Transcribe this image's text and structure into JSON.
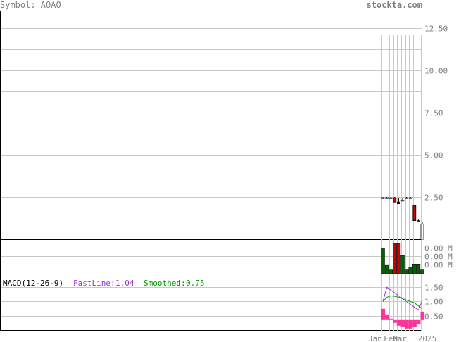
{
  "header": {
    "symbol_text": "Symbol: AOAO",
    "site": "stockta.com"
  },
  "colors": {
    "grid": "#c8c8c8",
    "axis": "#000000",
    "label": "#808080",
    "up": "#006400",
    "down": "#cc0000",
    "macd_fast": "#9933cc",
    "macd_smooth": "#009900",
    "hist": "#ff3399"
  },
  "chart_data": [
    {
      "type": "candlestick",
      "title": "",
      "ylim": [
        0,
        13.5
      ],
      "y_ticks": [
        {
          "value": 12.5,
          "label": "12.50"
        },
        {
          "value": 10.0,
          "label": "10.00"
        },
        {
          "value": 7.5,
          "label": "7.50"
        },
        {
          "value": 5.0,
          "label": "5.00"
        },
        {
          "value": 2.5,
          "label": "2.50"
        }
      ],
      "candles": [
        {
          "open": 2.45,
          "high": 2.5,
          "low": 2.45,
          "close": 2.45
        },
        {
          "open": 2.45,
          "high": 2.5,
          "low": 2.45,
          "close": 2.45
        },
        {
          "open": 2.45,
          "high": 2.5,
          "low": 2.45,
          "close": 2.45
        },
        {
          "open": 2.45,
          "high": 2.5,
          "low": 2.2,
          "close": 2.2
        },
        {
          "open": 2.2,
          "high": 2.45,
          "low": 2.1,
          "close": 2.1
        },
        {
          "open": 2.3,
          "high": 2.45,
          "low": 2.3,
          "close": 2.3
        },
        {
          "open": 2.45,
          "high": 2.5,
          "low": 2.45,
          "close": 2.45
        },
        {
          "open": 2.45,
          "high": 2.5,
          "low": 2.45,
          "close": 2.45
        },
        {
          "open": 2.0,
          "high": 2.0,
          "low": 1.1,
          "close": 1.1
        },
        {
          "open": 1.1,
          "high": 1.2,
          "low": 1.05,
          "close": 1.1
        },
        {
          "open": 0.0,
          "high": 1.0,
          "low": 0.0,
          "close": 0.9
        }
      ]
    },
    {
      "type": "bar",
      "title": "",
      "y_tick_labels": [
        "0.00 M",
        "0.00 M",
        "0.00 M"
      ],
      "values": [
        0.85,
        0.3,
        0.15,
        1.0,
        1.0,
        0.6,
        0.15,
        0.22,
        0.32,
        0.32,
        0.15
      ],
      "value_units": "relative",
      "up": [
        true,
        true,
        true,
        false,
        false,
        true,
        true,
        true,
        true,
        true,
        true
      ]
    },
    {
      "type": "line",
      "title": "MACD(12-26-9)",
      "fast_label": "FastLine:",
      "fast_value": "1.04",
      "smooth_label": "Smoothed:",
      "smooth_value": "0.75",
      "ylim": [
        0,
        1.9
      ],
      "y_ticks": [
        {
          "value": 1.5,
          "label": "1.50"
        },
        {
          "value": 1.0,
          "label": "1.00"
        },
        {
          "value": 0.5,
          "label": "0.50"
        }
      ],
      "fast": [
        1.0,
        1.5,
        1.4,
        1.3,
        1.2,
        1.1,
        1.0,
        0.9,
        0.8,
        0.7,
        1.04
      ],
      "smoothed": [
        1.0,
        1.15,
        1.2,
        1.18,
        1.15,
        1.1,
        1.05,
        1.0,
        0.95,
        0.85,
        0.75
      ],
      "histogram": [
        0.4,
        0.2,
        0.05,
        -0.1,
        -0.2,
        -0.25,
        -0.3,
        -0.3,
        -0.25,
        -0.15,
        0.3
      ]
    }
  ],
  "x_axis": {
    "labels": [
      "Jan",
      "Feb",
      "Mar",
      "2025"
    ]
  }
}
